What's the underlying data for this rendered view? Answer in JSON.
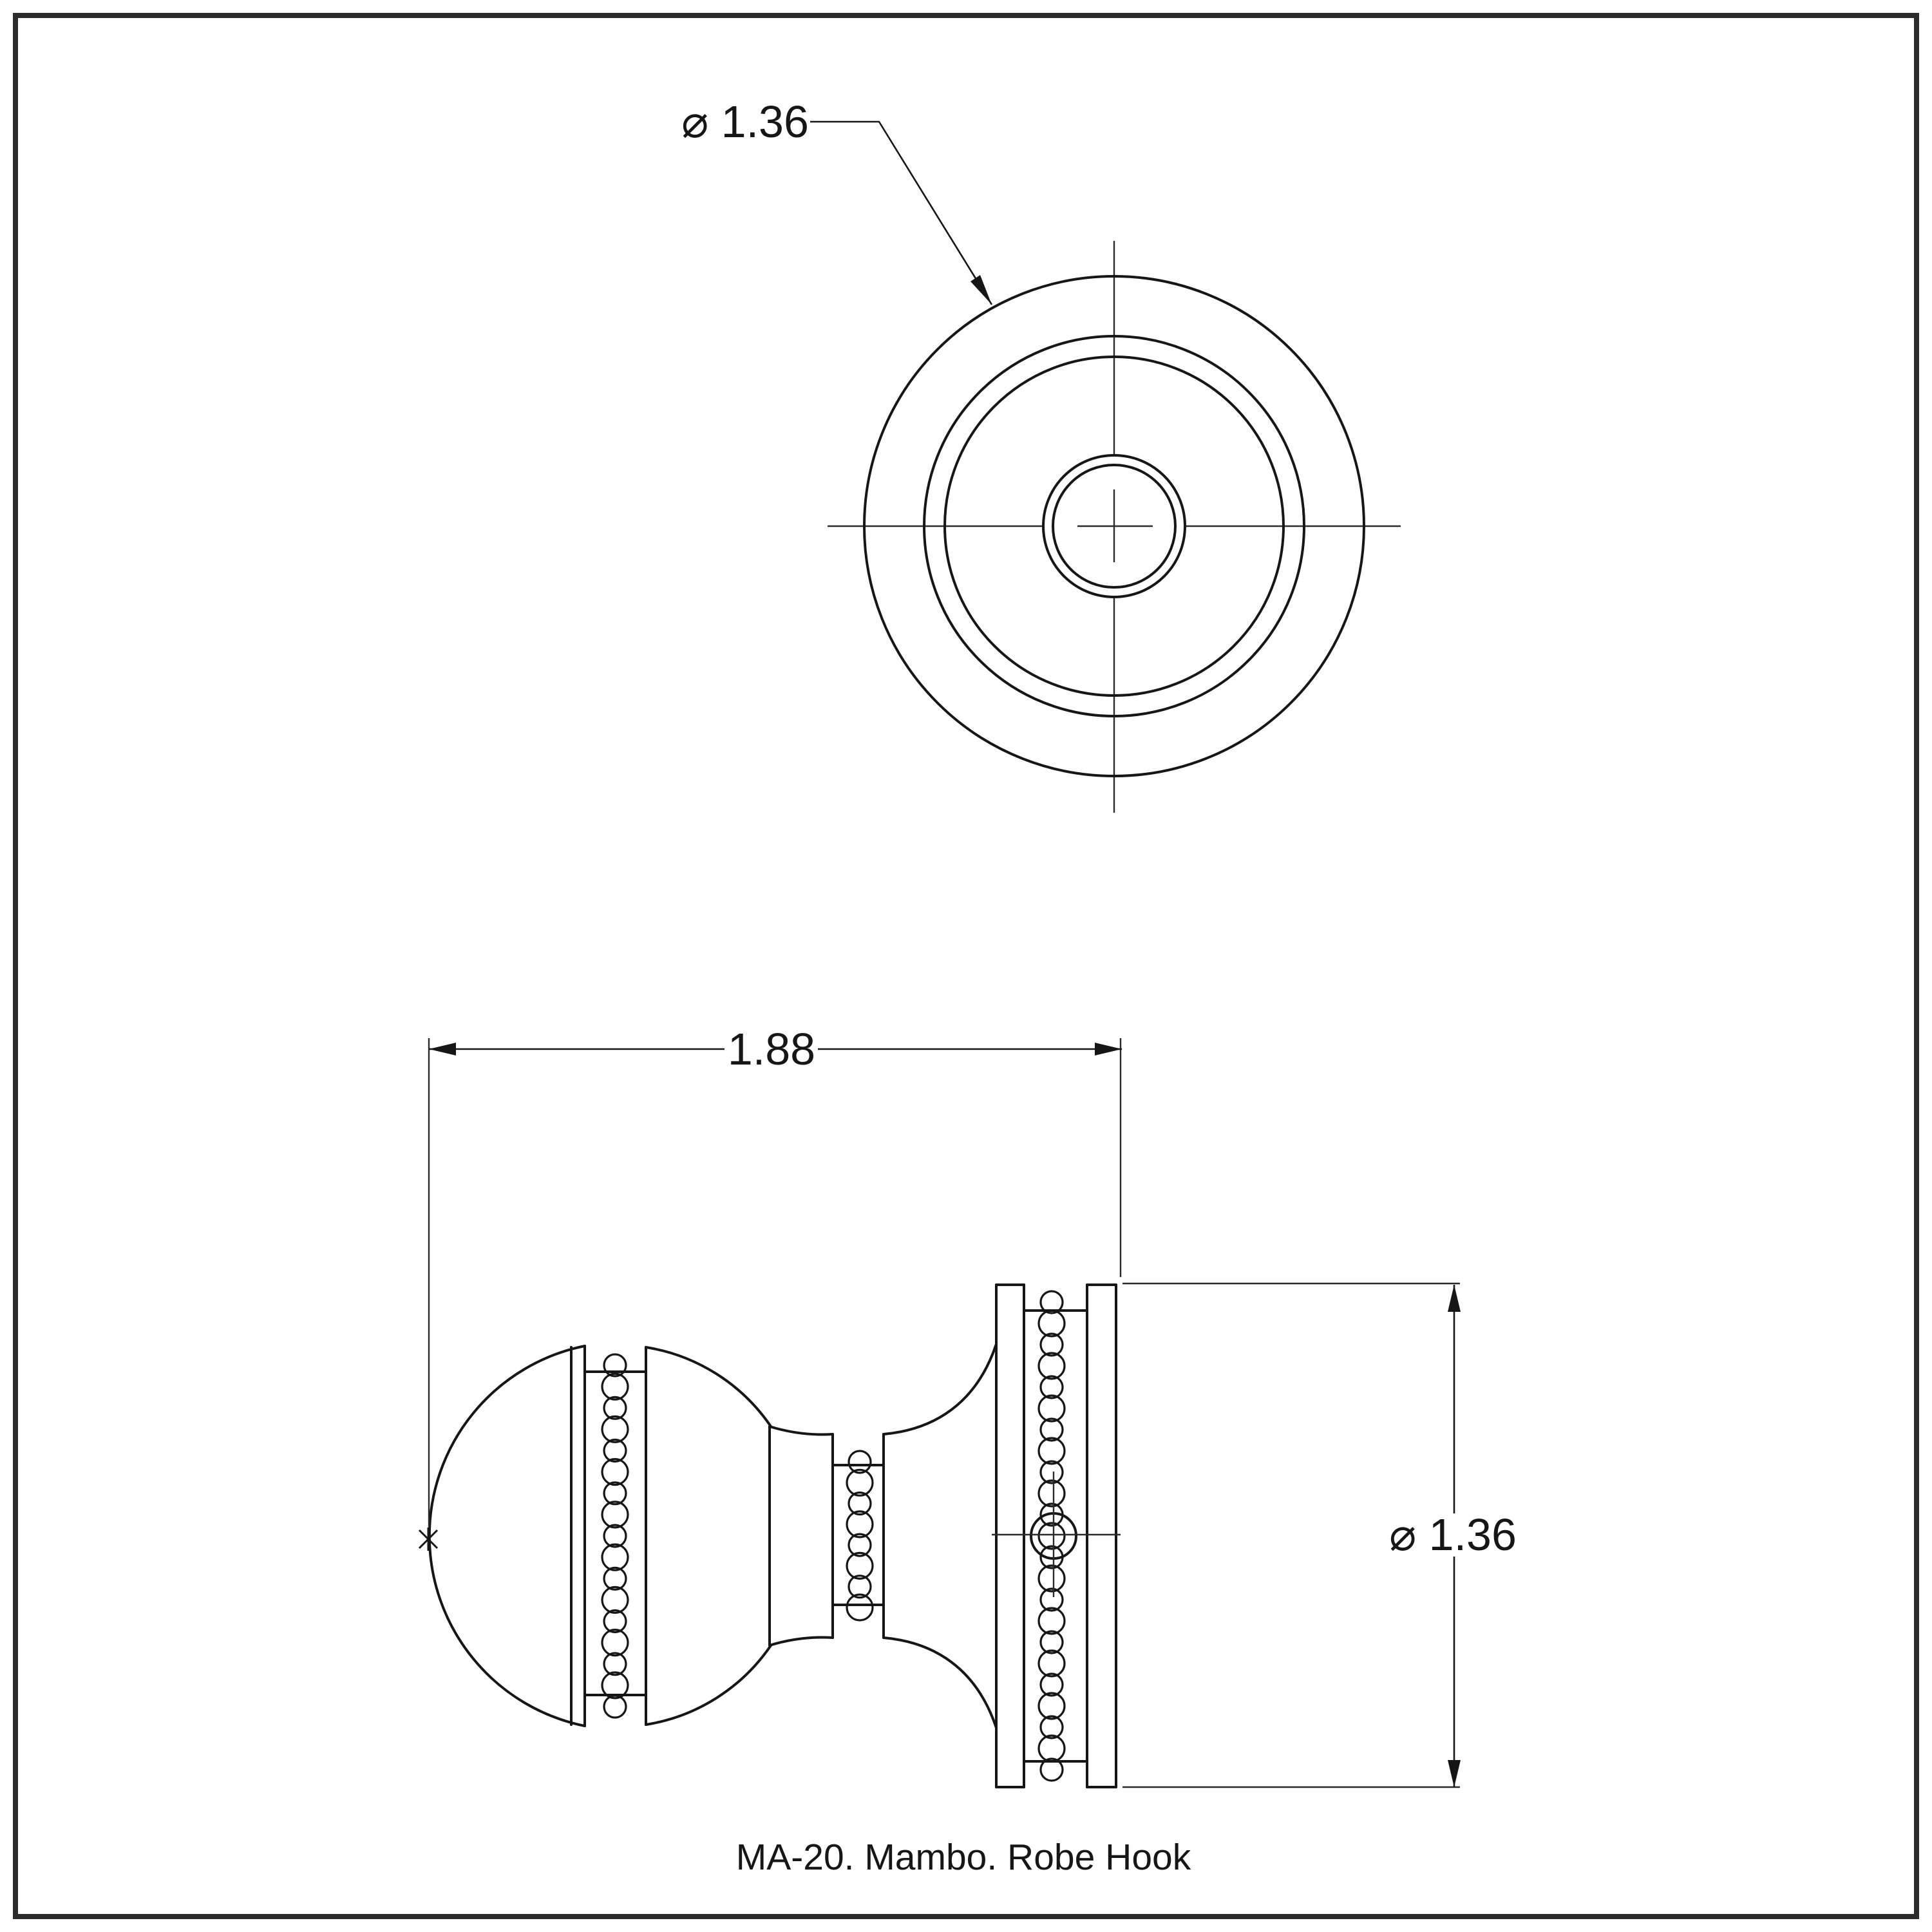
{
  "colors": {
    "line": "#161616",
    "centerline": "#2b2b2b",
    "background": "#ffffff",
    "border": "#2b2b2b"
  },
  "caption": {
    "text": "MA-20. Mambo. Robe Hook"
  },
  "dimensions": {
    "top_view_diameter": {
      "label": "⌀ 1.36"
    },
    "side_view_width": {
      "label": "1.88"
    },
    "side_view_diameter": {
      "label": "⌀ 1.36"
    }
  }
}
